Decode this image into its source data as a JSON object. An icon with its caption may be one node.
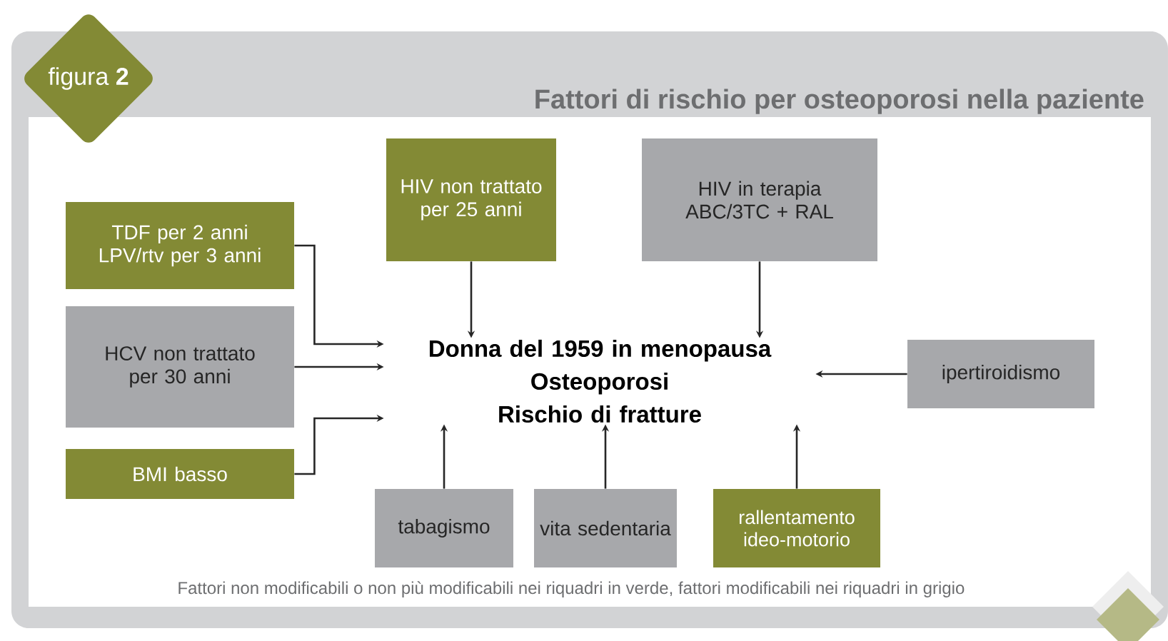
{
  "diagram": {
    "title": "Fattori di rischio per osteoporosi nella paziente",
    "caption": "Fattori non modificabili o non più modificabili nei riquadri in verde, fattori modificabili nei riquadri in grigio",
    "nodes": [
      {
        "text": [
          "figura **2**"
        ]
      },
      {
        "text": [
          "TDF per 2 anni LPV/rtv per 3 anni"
        ]
      },
      {
        "text": [
          "HCV non trattato per 30 anni"
        ]
      },
      {
        "text": [
          "BMI basso"
        ]
      },
      {
        "text": [
          "HIV non trattato per 25 anni"
        ]
      },
      {
        "text": [
          "HIV in terapia ABC/3TC + RAL"
        ]
      },
      {
        "text": [
          "Donna del 1959 in menopausa",
          "Osteoporosi",
          "Rischio di fratture"
        ]
      },
      {
        "text": [
          "ipertiroidismo"
        ]
      },
      {
        "text": [
          "tabagismo"
        ]
      },
      {
        "text": [
          "vita sedentaria"
        ]
      },
      {
        "text": [
          "rallentamento ideo-motorio"
        ]
      }
    ],
    "edges": [
      {
        "from": 1,
        "to": 6,
        "arrow": "to"
      },
      {
        "from": 2,
        "to": 6,
        "arrow": "to"
      },
      {
        "from": 3,
        "to": 6,
        "arrow": "to"
      },
      {
        "from": 4,
        "to": 6,
        "arrow": "to"
      },
      {
        "from": 5,
        "to": 6,
        "arrow": "to"
      },
      {
        "from": 7,
        "to": 6,
        "arrow": "to"
      },
      {
        "from": 8,
        "to": 6,
        "arrow": "to"
      },
      {
        "from": 9,
        "to": 6,
        "arrow": "to"
      },
      {
        "from": 10,
        "to": 6,
        "arrow": "to"
      }
    ]
  }
}
